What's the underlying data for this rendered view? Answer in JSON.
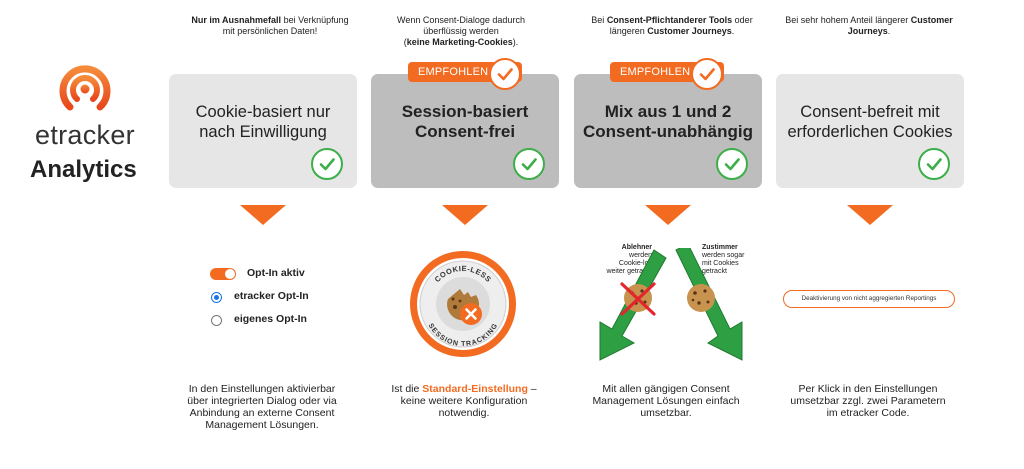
{
  "logo": {
    "brand": "etracker",
    "product": "Analytics"
  },
  "top_texts": [
    {
      "bold1": "Nur im Ausnahmefall",
      "text1": " bei Verknüpfung",
      "text2": "mit persönlichen Daten!"
    },
    {
      "text1": "Wenn Consent-Dialoge dadurch",
      "text2": "überflüssig werden",
      "text3a": "(",
      "bold3": "keine Marketing-Cookies",
      "text3b": ")."
    },
    {
      "text1a": "Bei ",
      "bold1": "Consent-Pflicht",
      "bold1b": "anderer Tools",
      "text1b": " oder",
      "text2a": "längeren ",
      "bold2": "Customer Journeys",
      "text2b": "."
    },
    {
      "text1a": "Bei sehr hohem Anteil längerer ",
      "bold1": "Customer",
      "bold2": "Journeys",
      "text2b": "."
    }
  ],
  "cards": [
    {
      "line1": "Cookie-basiert nur",
      "line2": "nach Einwilligung"
    },
    {
      "line1": "Session-basiert",
      "line2": "Consent-frei"
    },
    {
      "line1": "Mix aus 1 und 2",
      "line2": "Consent-unabhängig"
    },
    {
      "line1": "Consent-befreit mit",
      "line2": "erforderlichen Cookies"
    }
  ],
  "badge_label": "EMPFOHLEN",
  "opt_in": {
    "toggle_label": "Opt-In aktiv",
    "radio1": "etracker Opt-In",
    "radio2": "eigenes Opt-In"
  },
  "seal": {
    "top": "COOKIE-LESS",
    "bottom": "SESSION TRACKING"
  },
  "mix": {
    "left_label": {
      "bold": "Ablehner",
      "l2": "werden",
      "l3": "Cookie-los",
      "l4": "weiter getrackt"
    },
    "right_label": {
      "bold": "Zustimmer",
      "l2": "werden sogar",
      "l3": "mit Cookies",
      "l4": "getrackt"
    }
  },
  "pill_text": "Deaktivierung von nicht aggregierten Reportings",
  "bottom_texts": [
    {
      "l1": "In den Einstellungen aktivierbar",
      "l2": "über integrierten Dialog oder via",
      "l3": "Anbindung an externe Consent",
      "l4": "Management Lösungen."
    },
    {
      "l1a": "Ist die ",
      "l1o": "Standard-Einstellung",
      "l1b": " –",
      "l2": "keine weitere Konfiguration",
      "l3": "notwendig."
    },
    {
      "l1": "Mit allen gängigen Consent",
      "l2": "Management Lösungen einfach",
      "l3": "umsetzbar."
    },
    {
      "l1": "Per Klick in den Einstellungen",
      "l2": "umsetzbar zzgl. zwei Parametern",
      "l3": "im etracker Code."
    }
  ],
  "colors": {
    "orange": "#f26b21",
    "green": "#3dae49",
    "card_light": "#e6e6e6",
    "card_dark": "#bdbdbd",
    "arrow_green": "#2ea043"
  }
}
